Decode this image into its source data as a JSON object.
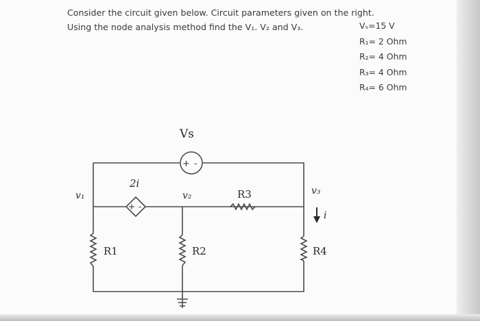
{
  "problem": {
    "line1": "Consider the circuit given below. Circuit parameters given on the right.",
    "line2_prefix": "Using the node analysis method find the ",
    "v1": "V₁",
    "sep1": ". ",
    "v2": "V₂",
    "sep2": " and ",
    "v3": "V₃",
    "line2_suffix": "."
  },
  "parameters": [
    {
      "label": "Vₛ=15 V"
    },
    {
      "label": "R₁= 2 Ohm"
    },
    {
      "label": "R₂= 4 Ohm"
    },
    {
      "label": "R₃= 4 Ohm"
    },
    {
      "label": "R₄= 6 Ohm"
    }
  ],
  "circuit": {
    "source_label": "Vs",
    "source_plus": "+",
    "source_minus": "-",
    "dependent_label": "2i",
    "dep_plus": "+",
    "dep_minus": "-",
    "node1": "v₁",
    "node2": "v₂",
    "node3": "v₃",
    "r1": "R1",
    "r2": "R2",
    "r3": "R3",
    "r4": "R4",
    "current": "i"
  },
  "colors": {
    "wire": "#4a4a4a",
    "text": "#3a3a3a"
  }
}
